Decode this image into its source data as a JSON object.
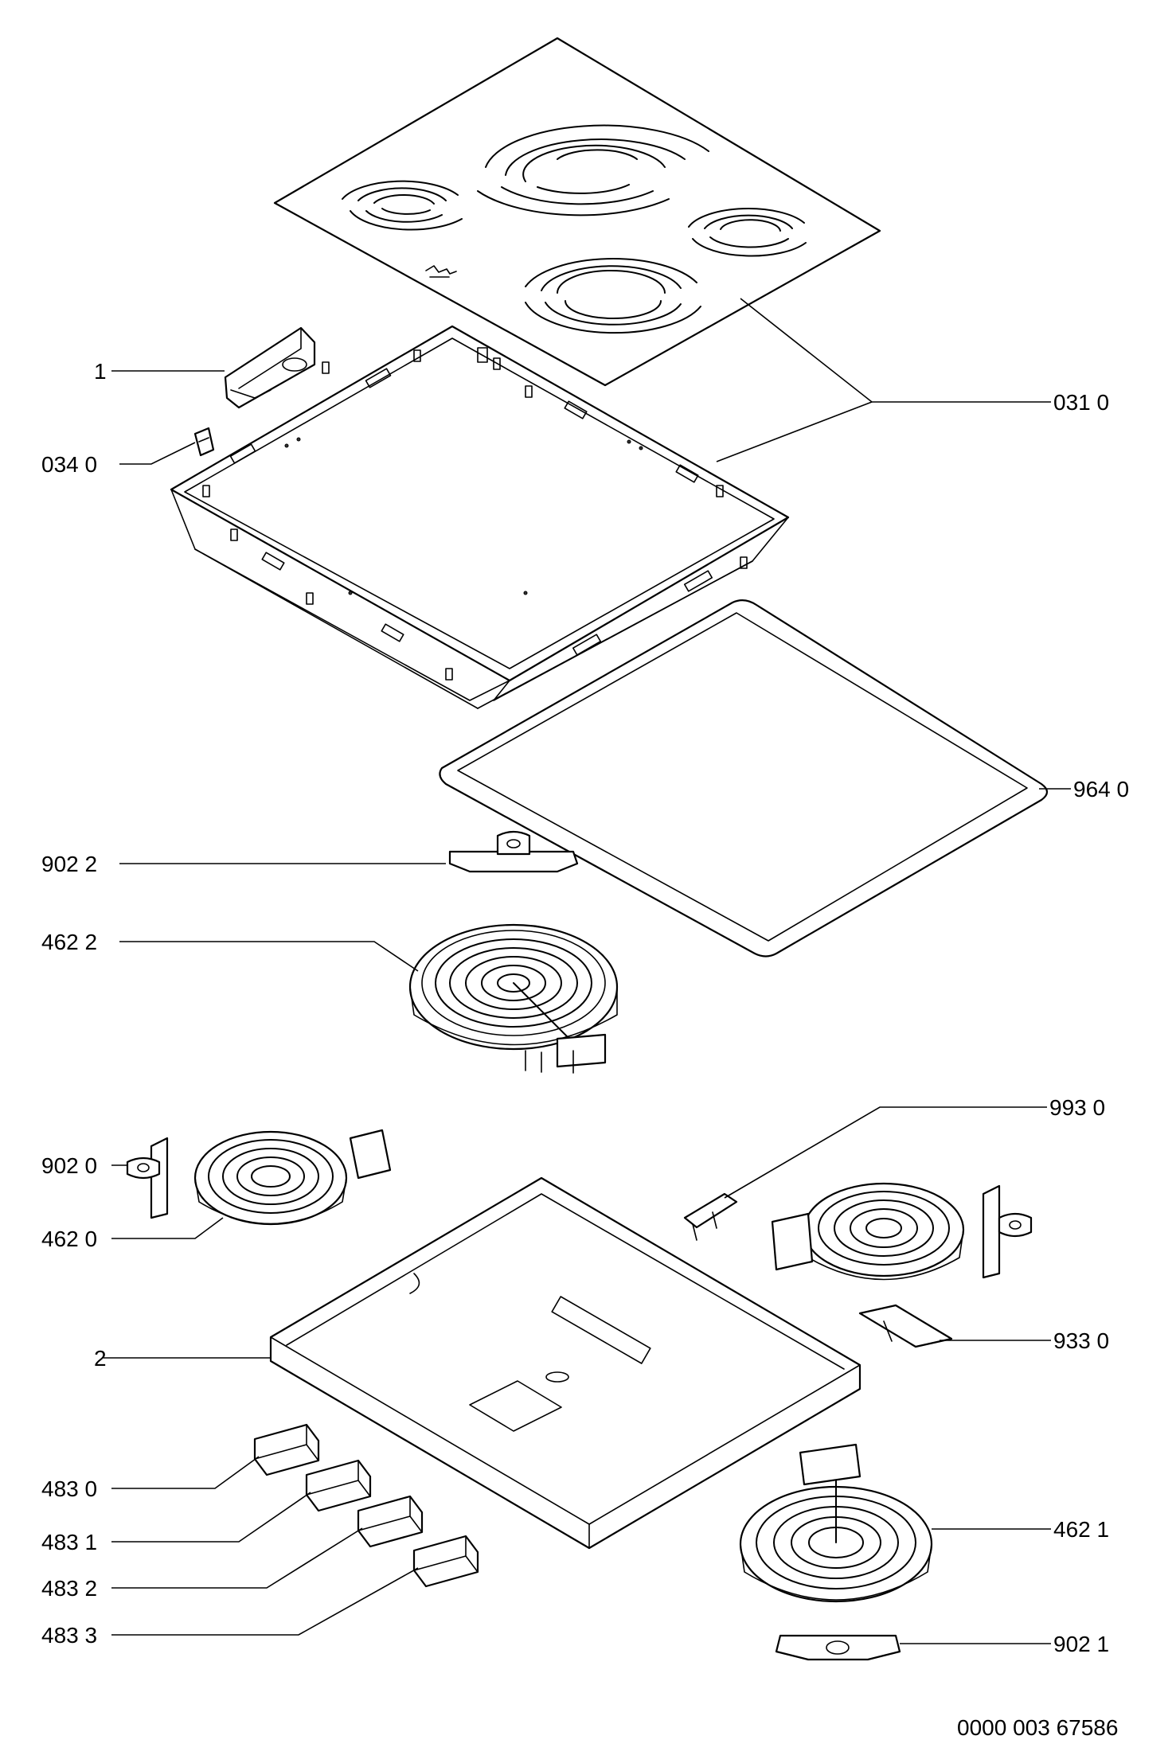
{
  "drawing_number": "0000 003 67586",
  "labels": {
    "part_1": "1",
    "part_0340": "034 0",
    "part_0310": "031 0",
    "part_9640": "964 0",
    "part_9022": "902 2",
    "part_4622": "462 2",
    "part_9930": "993 0",
    "part_9020": "902 0",
    "part_4620": "462 0",
    "part_9330": "933 0",
    "part_2": "2",
    "part_4830": "483 0",
    "part_4831": "483 1",
    "part_4832": "483 2",
    "part_4833": "483 3",
    "part_4621": "462 1",
    "part_9021": "902 1"
  }
}
